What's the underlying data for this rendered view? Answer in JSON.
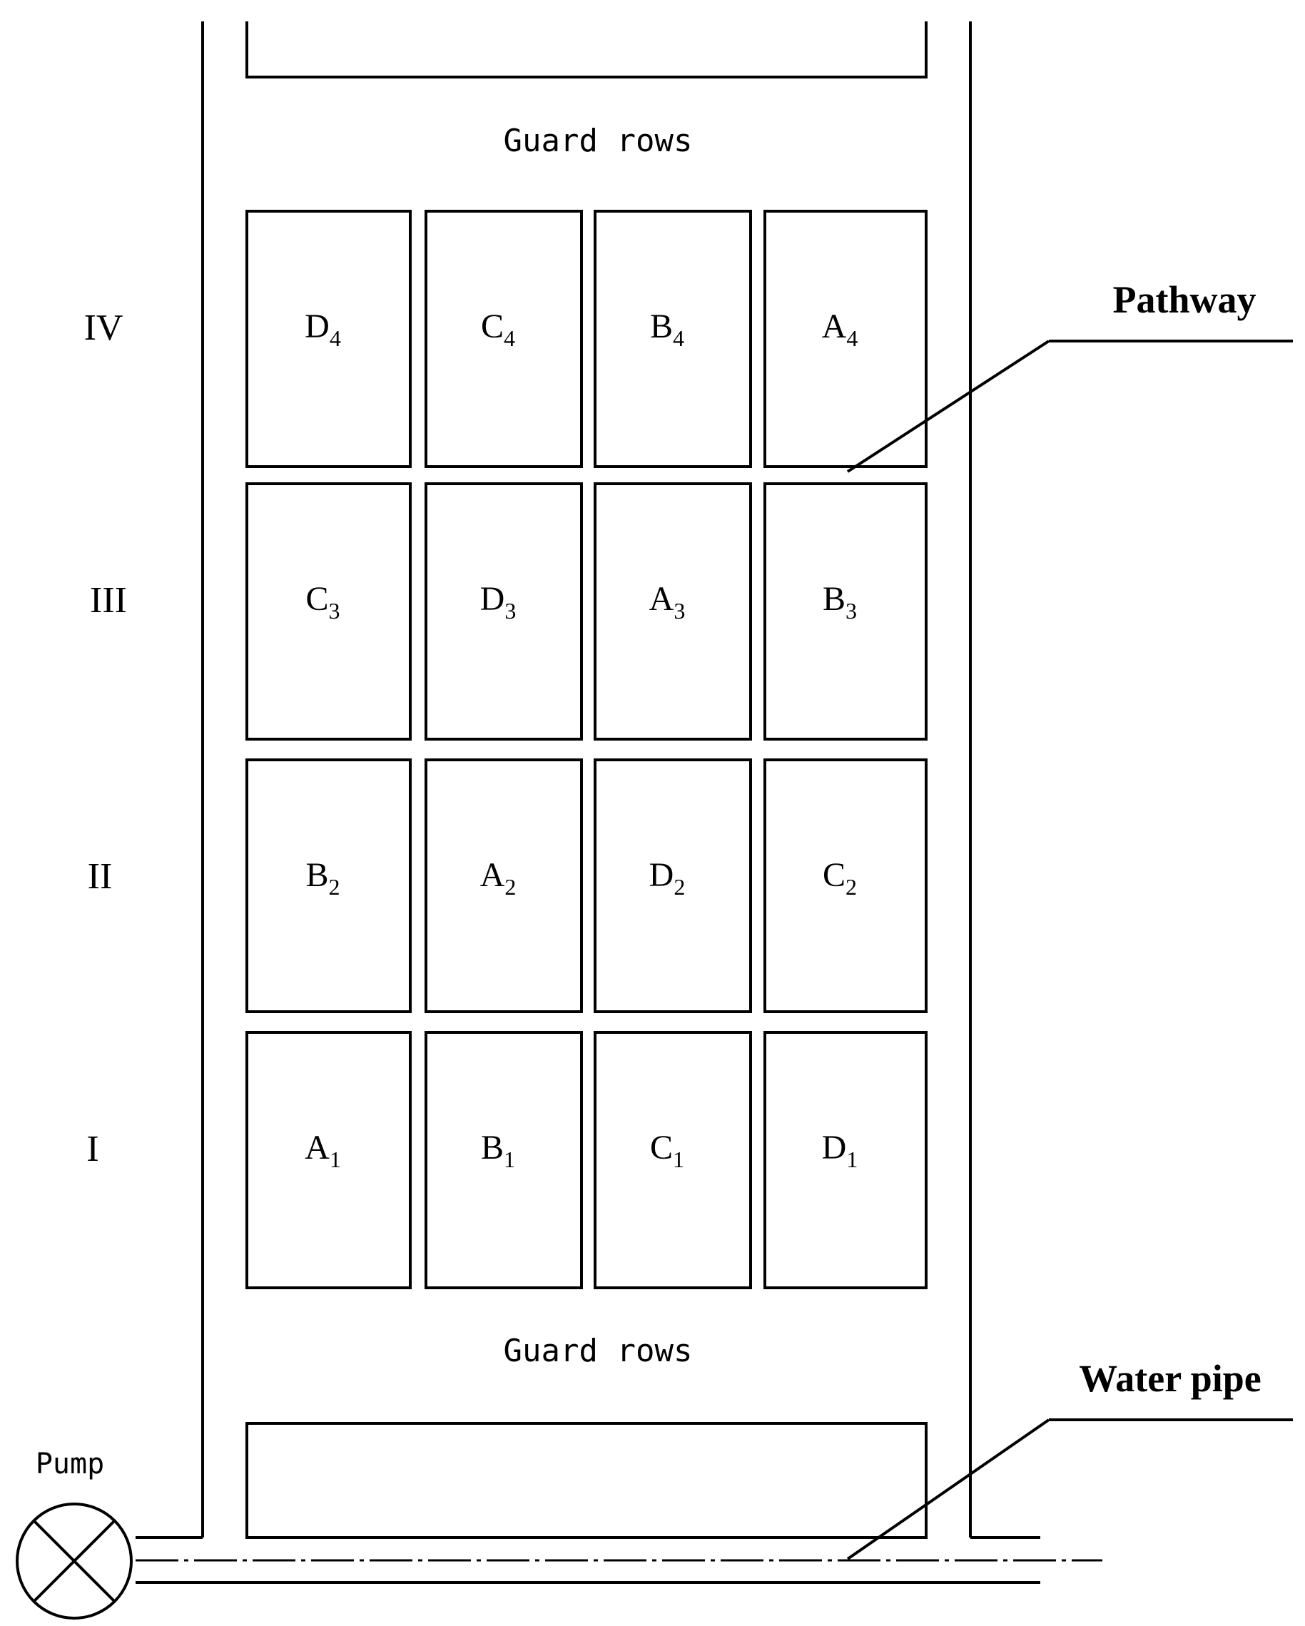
{
  "guard_rows": {
    "top_label": "Guard rows",
    "bottom_label": "Guard rows"
  },
  "replicates": [
    "IV",
    "III",
    "II",
    "I"
  ],
  "plots": [
    [
      {
        "letter": "D",
        "sub": "4"
      },
      {
        "letter": "C",
        "sub": "4"
      },
      {
        "letter": "B",
        "sub": "4"
      },
      {
        "letter": "A",
        "sub": "4"
      }
    ],
    [
      {
        "letter": "C",
        "sub": "3"
      },
      {
        "letter": "D",
        "sub": "3"
      },
      {
        "letter": "A",
        "sub": "3"
      },
      {
        "letter": "B",
        "sub": "3"
      }
    ],
    [
      {
        "letter": "B",
        "sub": "2"
      },
      {
        "letter": "A",
        "sub": "2"
      },
      {
        "letter": "D",
        "sub": "2"
      },
      {
        "letter": "C",
        "sub": "2"
      }
    ],
    [
      {
        "letter": "A",
        "sub": "1"
      },
      {
        "letter": "B",
        "sub": "1"
      },
      {
        "letter": "C",
        "sub": "1"
      },
      {
        "letter": "D",
        "sub": "1"
      }
    ]
  ],
  "callouts": {
    "pathway": "Pathway",
    "water_pipe": "Water pipe"
  },
  "pump": {
    "label": "Pump"
  }
}
